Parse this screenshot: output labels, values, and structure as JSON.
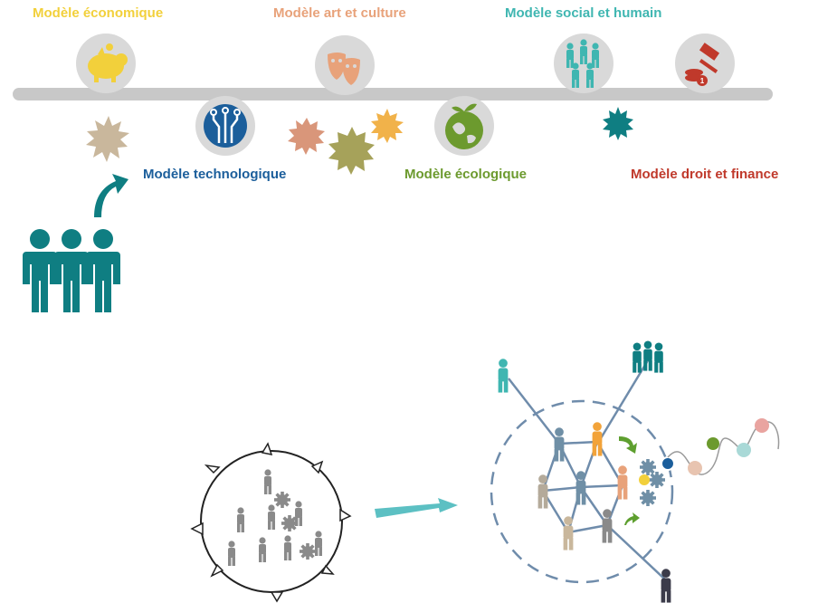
{
  "models": {
    "economique": {
      "label": "Modèle économique",
      "color": "#f2d03b"
    },
    "art": {
      "label": "Modèle art et culture",
      "color": "#e8a27a"
    },
    "social": {
      "label": "Modèle social et humain",
      "color": "#3fb6b1"
    },
    "technologique": {
      "label": "Modèle technologique",
      "color": "#1b5e9b"
    },
    "ecologique": {
      "label": "Modèle écologique",
      "color": "#6c9a2e"
    },
    "droit": {
      "label": "Modèle droit et finance",
      "color": "#c0392b"
    }
  },
  "colors": {
    "timeline": "#c8c8c8",
    "circle_bg": "#d9d9d9",
    "people_teal": "#0f7e82",
    "arrow_teal": "#5cc0c3",
    "gray_person": "#8a8a8a",
    "dash_blue": "#6f8cab",
    "green_arrow": "#5e9f2f"
  },
  "icons": [
    "piggy-bank-icon",
    "theater-masks-icon",
    "crowd-icon",
    "gavel-coins-icon",
    "circuit-icon",
    "globe-sprout-icon"
  ]
}
